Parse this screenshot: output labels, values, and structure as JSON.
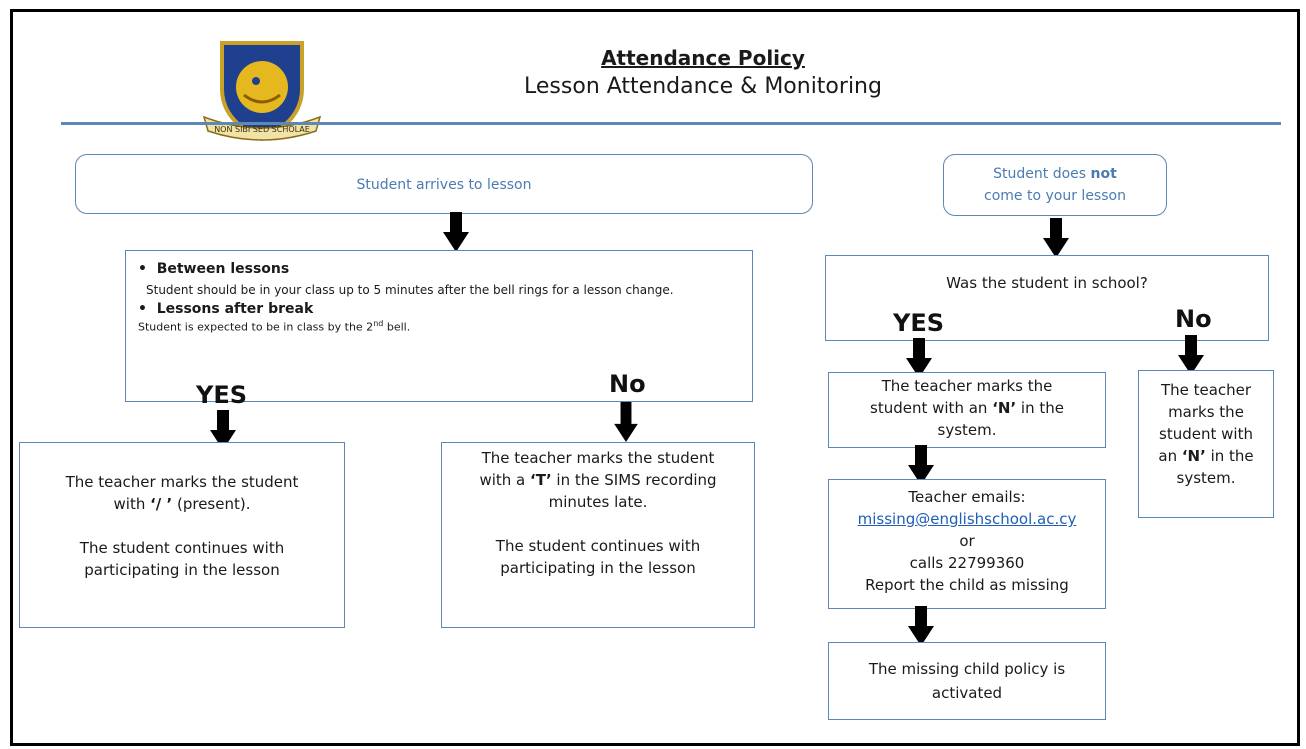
{
  "header": {
    "title": "Attendance Policy",
    "subtitle": "Lesson Attendance & Monitoring",
    "logo_motto": "NON SIBI SED SCHOLAE"
  },
  "left_flow": {
    "start": "Student arrives to lesson",
    "rules": {
      "between_title": "Between lessons",
      "between_text": "Student should be in your class up to 5 minutes after the bell rings for a lesson change.",
      "after_break_title": "Lessons after break",
      "after_break_text_pre": "Student is expected to be in class by the 2",
      "after_break_sup": "nd",
      "after_break_text_post": " bell."
    },
    "yes_label": "YES",
    "no_label": "No",
    "yes_box": {
      "line1": "The teacher marks the student",
      "line2_pre": "with ",
      "line2_mark": "‘/ ’",
      "line2_post": " (present).",
      "line3": "The student continues with",
      "line4": "participating in the lesson"
    },
    "no_box": {
      "line1": "The teacher marks the student",
      "line2_pre": "with a ",
      "line2_mark": "‘T’",
      "line2_post": " in the SIMS recording",
      "line3": "minutes late.",
      "line4": "The student continues with",
      "line5": "participating in the lesson"
    }
  },
  "right_flow": {
    "start_pre": "Student does ",
    "start_bold": "not",
    "start_post": "come to your lesson",
    "question": "Was the student in school?",
    "yes_label": "YES",
    "no_label": "No",
    "yes_mark_box": {
      "line1": "The teacher marks the",
      "line2_pre": "student with an ",
      "line2_mark": "‘N’",
      "line2_post": " in the",
      "line3": "system."
    },
    "no_mark_box": {
      "line1": "The teacher",
      "line2": "marks the",
      "line3": "student with",
      "line4_pre": "an ",
      "line4_mark": "‘N’",
      "line4_post": " in the",
      "line5": "system."
    },
    "email_box": {
      "line1": "Teacher emails:",
      "email": "missing@englishschool.ac.cy",
      "line3": "or",
      "line4": "calls 22799360",
      "line5": "Report the child as missing"
    },
    "final_box": {
      "line1": "The missing child policy is",
      "line2": "activated"
    }
  }
}
